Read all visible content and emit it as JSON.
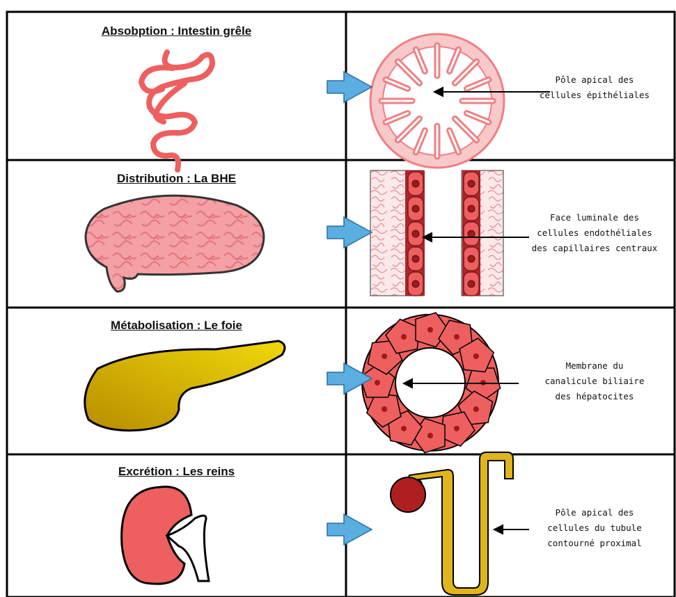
{
  "rows": [
    {
      "title": "Absobption : Intestin grêle",
      "note": "Pôle apical des\ncellules épithéliales"
    },
    {
      "title": "Distribution : La BHE",
      "note": "Face luminale des\ncellules endothéliales\ndes capillaires centraux"
    },
    {
      "title": "Métabolisation : Le foie",
      "note": "Membrane du\ncanalicule biliaire\ndes hépatocites"
    },
    {
      "title": "Excrétion : Les reins",
      "note": "Pôle apical des\ncellules du tubule\ncontourné proximal"
    }
  ],
  "colors": {
    "tissue_red": "#ee5f5f",
    "tissue_pink": "#f6a1a4",
    "liver_gold": "#d4a400",
    "tubule_gold": "#e0b51c",
    "arrow_blue": "#5aaee0",
    "border": "#000000"
  },
  "icons": [
    "intestine-icon",
    "brain-icon",
    "liver-icon",
    "kidney-icon",
    "block-arrow-icon"
  ]
}
